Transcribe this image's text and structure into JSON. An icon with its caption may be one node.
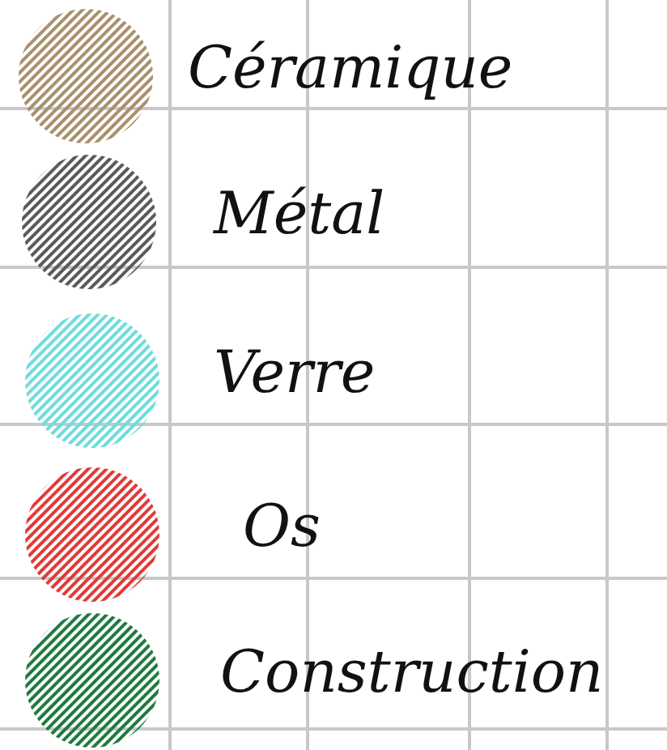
{
  "diagram": {
    "legend": [
      {
        "text": "Céramique",
        "color": "#a8906c"
      },
      {
        "text": "Métal",
        "color": "#5a5a5a"
      },
      {
        "text": "Verre",
        "color": "#6fdcdc"
      },
      {
        "text": "Os",
        "color": "#e03a3a"
      },
      {
        "text": "Construction",
        "color": "#1f7a3e"
      }
    ]
  }
}
